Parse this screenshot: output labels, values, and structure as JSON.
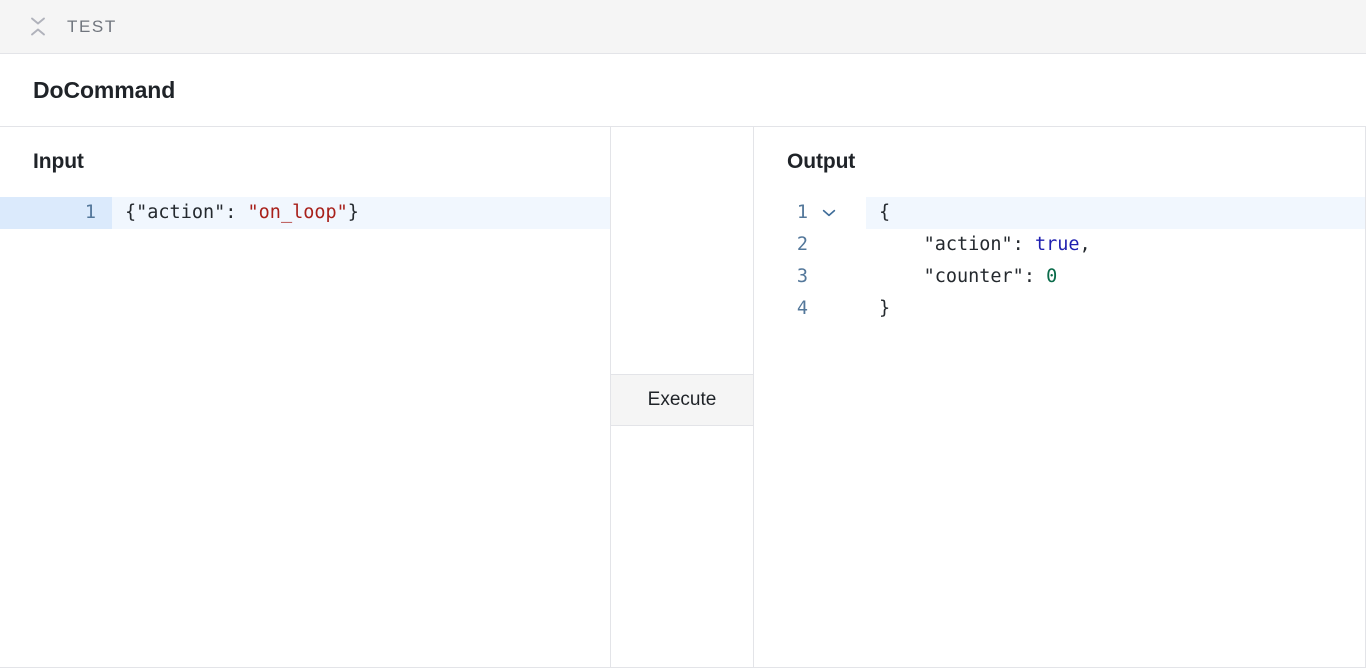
{
  "topbar": {
    "collapse_icon": "collapse-chevrons-icon",
    "title": "TEST"
  },
  "header": {
    "command_name": "DoCommand"
  },
  "input_pane": {
    "heading": "Input",
    "active_line": 1,
    "lines": [
      {
        "number": "1",
        "tokens": [
          {
            "text": "{",
            "type": "punct"
          },
          {
            "text": "\"action\"",
            "type": "key"
          },
          {
            "text": ": ",
            "type": "punct"
          },
          {
            "text": "\"on_loop\"",
            "type": "str"
          },
          {
            "text": "}",
            "type": "punct"
          }
        ]
      }
    ],
    "raw_text": "{\"action\": \"on_loop\"}"
  },
  "middle_pane": {
    "execute_label": "Execute"
  },
  "output_pane": {
    "heading": "Output",
    "active_line": 1,
    "lines": [
      {
        "number": "1",
        "fold": "chevron-down-icon",
        "tokens": [
          {
            "text": "{",
            "type": "punct"
          }
        ]
      },
      {
        "number": "2",
        "fold": "",
        "tokens": [
          {
            "text": "    ",
            "type": "punct"
          },
          {
            "text": "\"action\"",
            "type": "key"
          },
          {
            "text": ": ",
            "type": "punct"
          },
          {
            "text": "true",
            "type": "bool"
          },
          {
            "text": ",",
            "type": "punct"
          }
        ]
      },
      {
        "number": "3",
        "fold": "",
        "tokens": [
          {
            "text": "    ",
            "type": "punct"
          },
          {
            "text": "\"counter\"",
            "type": "key"
          },
          {
            "text": ": ",
            "type": "punct"
          },
          {
            "text": "0",
            "type": "num"
          }
        ]
      },
      {
        "number": "4",
        "fold": "",
        "tokens": [
          {
            "text": "}",
            "type": "punct"
          }
        ]
      }
    ],
    "raw_text": "{\n    \"action\": true,\n    \"counter\": 0\n}"
  },
  "colors": {
    "topbar_bg": "#f5f5f5",
    "border": "#e3e4e8",
    "active_line_bg": "#f1f7fe",
    "active_gutter_bg": "#dbeafc",
    "line_number": "#53779a",
    "string": "#a8201a",
    "boolean": "#1f1fb0",
    "number": "#0a6b4a",
    "text": "#24292e",
    "muted_title": "#70757d"
  }
}
